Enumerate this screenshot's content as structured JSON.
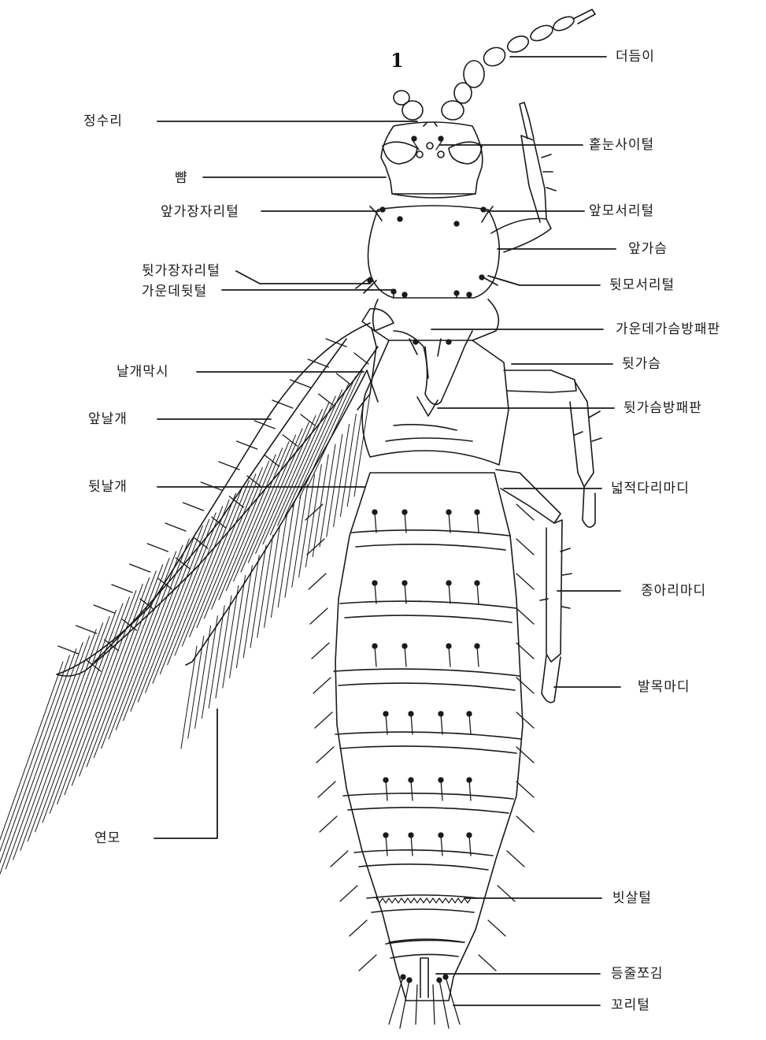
{
  "figure": {
    "number": "1"
  },
  "labels_left": [
    {
      "key": "jeongsuri",
      "text": "정수리"
    },
    {
      "key": "ppyam",
      "text": "뺨"
    },
    {
      "key": "apgajangjari",
      "text": "앞가장자리털"
    },
    {
      "key": "dwitgajangjari",
      "text": "뒷가장자리털"
    },
    {
      "key": "gaundedwit",
      "text": "가운데뒷털"
    },
    {
      "key": "nalgaemaksi",
      "text": "날개막시"
    },
    {
      "key": "apnalgae",
      "text": "앞날개"
    },
    {
      "key": "dwitnalgae",
      "text": "뒷날개"
    },
    {
      "key": "yeonmo",
      "text": "연모"
    }
  ],
  "labels_right": [
    {
      "key": "deodeumi",
      "text": "더듬이"
    },
    {
      "key": "hotnunsai",
      "text": "홑눈사이털"
    },
    {
      "key": "apmoseori",
      "text": "앞모서리털"
    },
    {
      "key": "apgaseum",
      "text": "앞가슴"
    },
    {
      "key": "dwitmoseori",
      "text": "뒷모서리털"
    },
    {
      "key": "gaundegaseum",
      "text": "가운데가슴방패판"
    },
    {
      "key": "dwitgaseum",
      "text": "뒷가슴"
    },
    {
      "key": "dwitgaseumbangpae",
      "text": "뒷가슴방패판"
    },
    {
      "key": "neopjeokdari",
      "text": "넓적다리마디"
    },
    {
      "key": "jongari",
      "text": "종아리마디"
    },
    {
      "key": "balmok",
      "text": "발목마디"
    },
    {
      "key": "bitsal",
      "text": "빗살털"
    },
    {
      "key": "deungjul",
      "text": "등줄쪼김"
    },
    {
      "key": "kkori",
      "text": "꼬리털"
    }
  ],
  "colors": {
    "ink": "#1a1a1a",
    "background": "#ffffff"
  }
}
